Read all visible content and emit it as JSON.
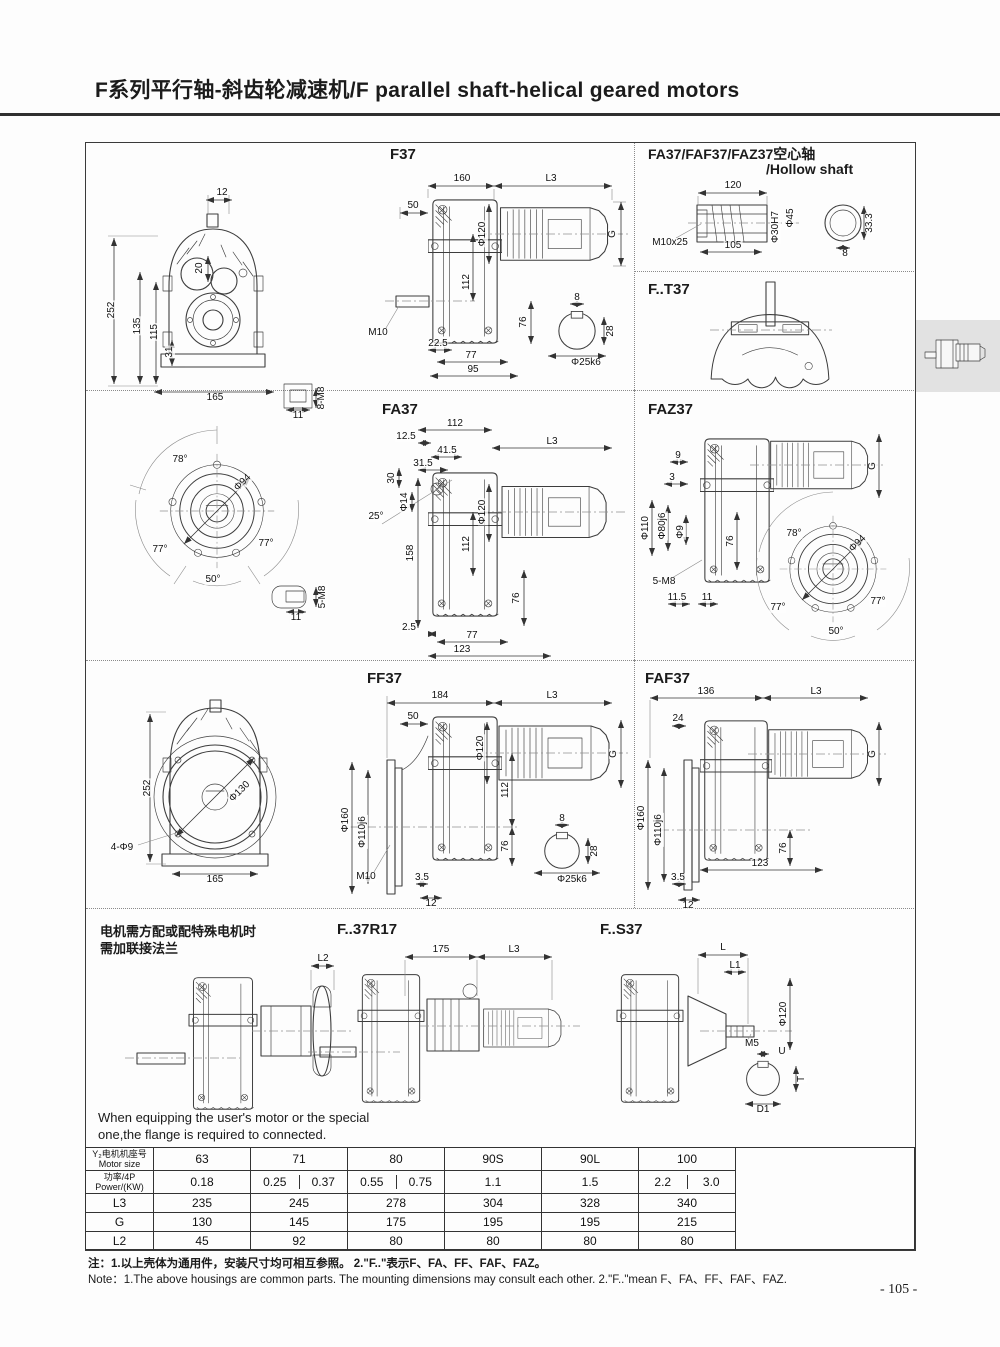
{
  "page": {
    "title": "F系列平行轴-斜齿轮减速机/F parallel shaft-helical geared motors",
    "page_number": "- 105 -"
  },
  "row1": {
    "front": {
      "dims": [
        "12",
        "20",
        "252",
        "135",
        "115",
        "31",
        "165"
      ],
      "key_dims": [
        "11",
        "8-M8"
      ]
    },
    "f37": {
      "title": "F37",
      "dims": [
        "160",
        "L3",
        "50",
        "Φ120",
        "G",
        "112",
        "76",
        "M10",
        "22.5",
        "77",
        "95"
      ],
      "shaft_dims": [
        "8",
        "28",
        "Φ25k6"
      ]
    },
    "hollow": {
      "title": "FA37/FAF37/FAZ37空心轴",
      "subtitle": "/Hollow shaft",
      "dims": [
        "120",
        "M10x25",
        "105",
        "Φ30H7",
        "Φ45",
        "33.3",
        "8"
      ]
    },
    "ft37": {
      "title": "F..T37"
    }
  },
  "row2": {
    "flange": {
      "dims": [
        "78°",
        "Φ94",
        "77°",
        "77°",
        "50°"
      ],
      "key_dims": [
        "11",
        "5-M8"
      ]
    },
    "fa37": {
      "title": "FA37",
      "dims": [
        "112",
        "12.5",
        "41.5",
        "31.5",
        "30",
        "Φ14",
        "25°",
        "L3",
        "Φ120",
        "158",
        "112",
        "76",
        "2.5",
        "77",
        "123"
      ]
    },
    "faz37": {
      "title": "FAZ37",
      "dims": [
        "9",
        "3",
        "Φ110",
        "Φ80j6",
        "Φ9",
        "76",
        "G",
        "5-M8",
        "11.5",
        "11"
      ],
      "flange_dims": [
        "78°",
        "Φ94",
        "77°",
        "77°",
        "50°"
      ]
    }
  },
  "row3": {
    "front": {
      "dims": [
        "252",
        "Φ130",
        "4-Φ9",
        "165"
      ]
    },
    "ff37": {
      "title": "FF37",
      "dims": [
        "184",
        "L3",
        "50",
        "Φ120",
        "G",
        "112",
        "76",
        "Φ160",
        "Φ110j6",
        "M10",
        "3.5",
        "12"
      ],
      "shaft_dims": [
        "8",
        "28",
        "Φ25k6"
      ]
    },
    "faf37": {
      "title": "FAF37",
      "dims": [
        "136",
        "L3",
        "24",
        "G",
        "Φ160",
        "Φ110j6",
        "76",
        "123",
        "3.5",
        "12"
      ]
    }
  },
  "row4": {
    "note_cn_line1": "电机需方配或配特殊电机时",
    "note_cn_line2": "需加联接法兰",
    "note_en_line1": "When equipping the user's motor or the special",
    "note_en_line2": "one,the flange is required to connected.",
    "left": {
      "dims": [
        "L2"
      ]
    },
    "f37r17": {
      "title": "F..37R17",
      "dims": [
        "175",
        "L3"
      ]
    },
    "fs37": {
      "title": "F..S37",
      "dims": [
        "L",
        "L1",
        "Φ120",
        "M5"
      ],
      "shaft_dims": [
        "U",
        "T",
        "D1"
      ]
    }
  },
  "table": {
    "motor_label_cn": "Y₂电机机座号",
    "motor_label_en": "Motor size",
    "power_label_cn": "功率/4P",
    "power_label_en": "Power/(KW)",
    "row_labels": [
      "L3",
      "G",
      "L2"
    ],
    "sizes": [
      "63",
      "71",
      "80",
      "90S",
      "90L",
      "100"
    ],
    "power": [
      [
        "0.18"
      ],
      [
        "0.25",
        "0.37"
      ],
      [
        "0.55",
        "0.75"
      ],
      [
        "1.1"
      ],
      [
        "1.5"
      ],
      [
        "2.2",
        "3.0"
      ]
    ],
    "L3": [
      "235",
      "245",
      "278",
      "304",
      "328",
      "340"
    ],
    "G": [
      "130",
      "145",
      "175",
      "195",
      "195",
      "215"
    ],
    "L2": [
      "45",
      "92",
      "80",
      "80",
      "80",
      "80"
    ]
  },
  "notes": {
    "cn": "注：1.以上壳体为通用件，安装尺寸均可相互参照。  2.\"F..\"表示F、FA、FF、FAF、FAZ。",
    "en": "Note：1.The above housings are common parts. The mounting dimensions may consult each other.   2.\"F..\"mean F、FA、FF、FAF、FAZ."
  }
}
